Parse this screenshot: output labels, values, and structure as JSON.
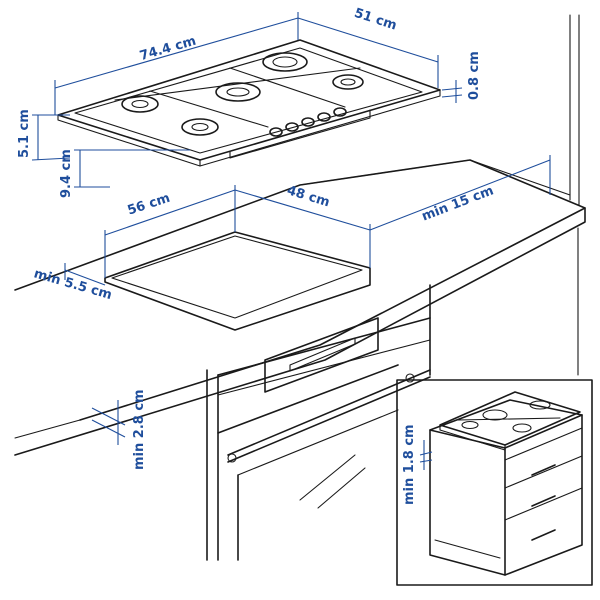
{
  "colors": {
    "dimension": "#1f4e9c",
    "line": "#1a1a1a",
    "background": "#ffffff"
  },
  "dimensions": {
    "hob_width": "74.4 cm",
    "hob_depth": "51 cm",
    "glass_thickness": "0.8 cm",
    "hob_height_top": "5.1 cm",
    "hob_height_total": "9.4 cm",
    "cutout_width": "56 cm",
    "cutout_depth": "48 cm",
    "wall_clearance": "min 15 cm",
    "front_clearance": "min 5.5 cm",
    "oven_gap": "min 2.8 cm",
    "drawer_gap": "min 1.8 cm"
  }
}
